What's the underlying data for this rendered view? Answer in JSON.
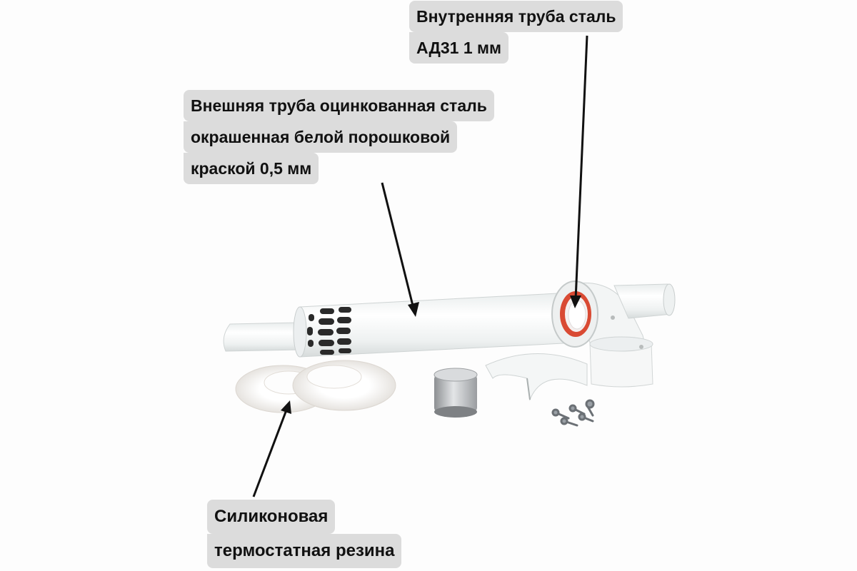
{
  "labels": {
    "inner_pipe": {
      "line1": "Внутренняя труба сталь",
      "line2": "АД31 1 мм"
    },
    "outer_pipe": {
      "line1": "Внешняя труба оцинкованная сталь",
      "line2": "окрашенная белой порошковой",
      "line3": "краской 0,5 мм"
    },
    "rubber": {
      "line1": "Силиконовая",
      "line2": "термостатная резина"
    }
  },
  "colors": {
    "background": "#fdfdfd",
    "label_bg": "#dcdcdc",
    "pipe_white": "#f2f4f4",
    "seal_red": "#d94a33",
    "arrow": "#111111"
  }
}
